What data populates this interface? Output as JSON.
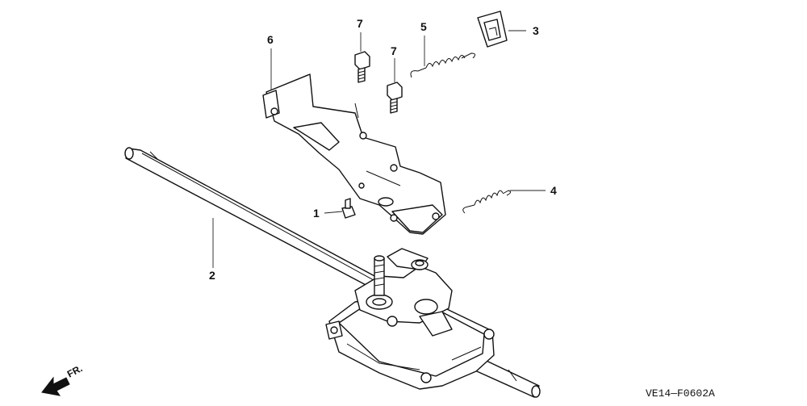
{
  "diagram_code": "VE14—F0602A",
  "front_label": "FR.",
  "callouts": [
    {
      "id": "1",
      "label": "1"
    },
    {
      "id": "2",
      "label": "2"
    },
    {
      "id": "3",
      "label": "3"
    },
    {
      "id": "4",
      "label": "4"
    },
    {
      "id": "5",
      "label": "5"
    },
    {
      "id": "6",
      "label": "6"
    },
    {
      "id": "7a",
      "label": "7"
    },
    {
      "id": "7b",
      "label": "7"
    }
  ]
}
